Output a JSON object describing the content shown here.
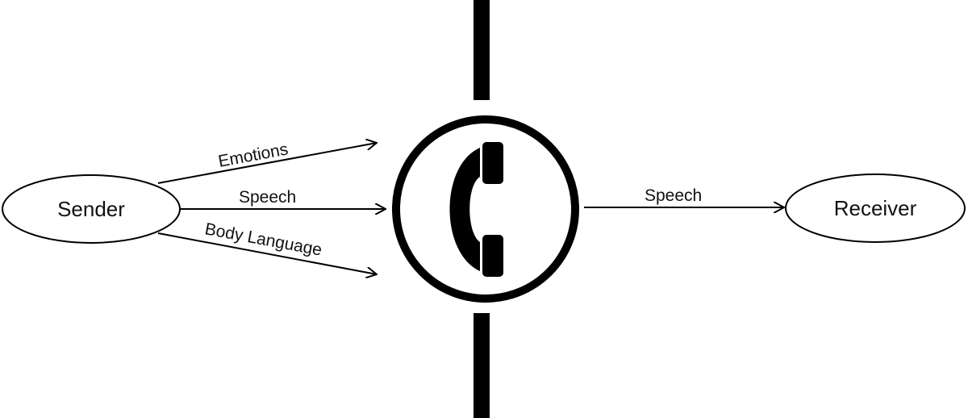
{
  "nodes": {
    "sender": "Sender",
    "receiver": "Receiver"
  },
  "edges": {
    "emotions": "Emotions",
    "speech_in": "Speech",
    "body_language": "Body Language",
    "speech_out": "Speech"
  },
  "icons": {
    "channel": "phone-handset-icon"
  },
  "colors": {
    "stroke": "#000000",
    "text": "#111111",
    "background": "#ffffff"
  }
}
